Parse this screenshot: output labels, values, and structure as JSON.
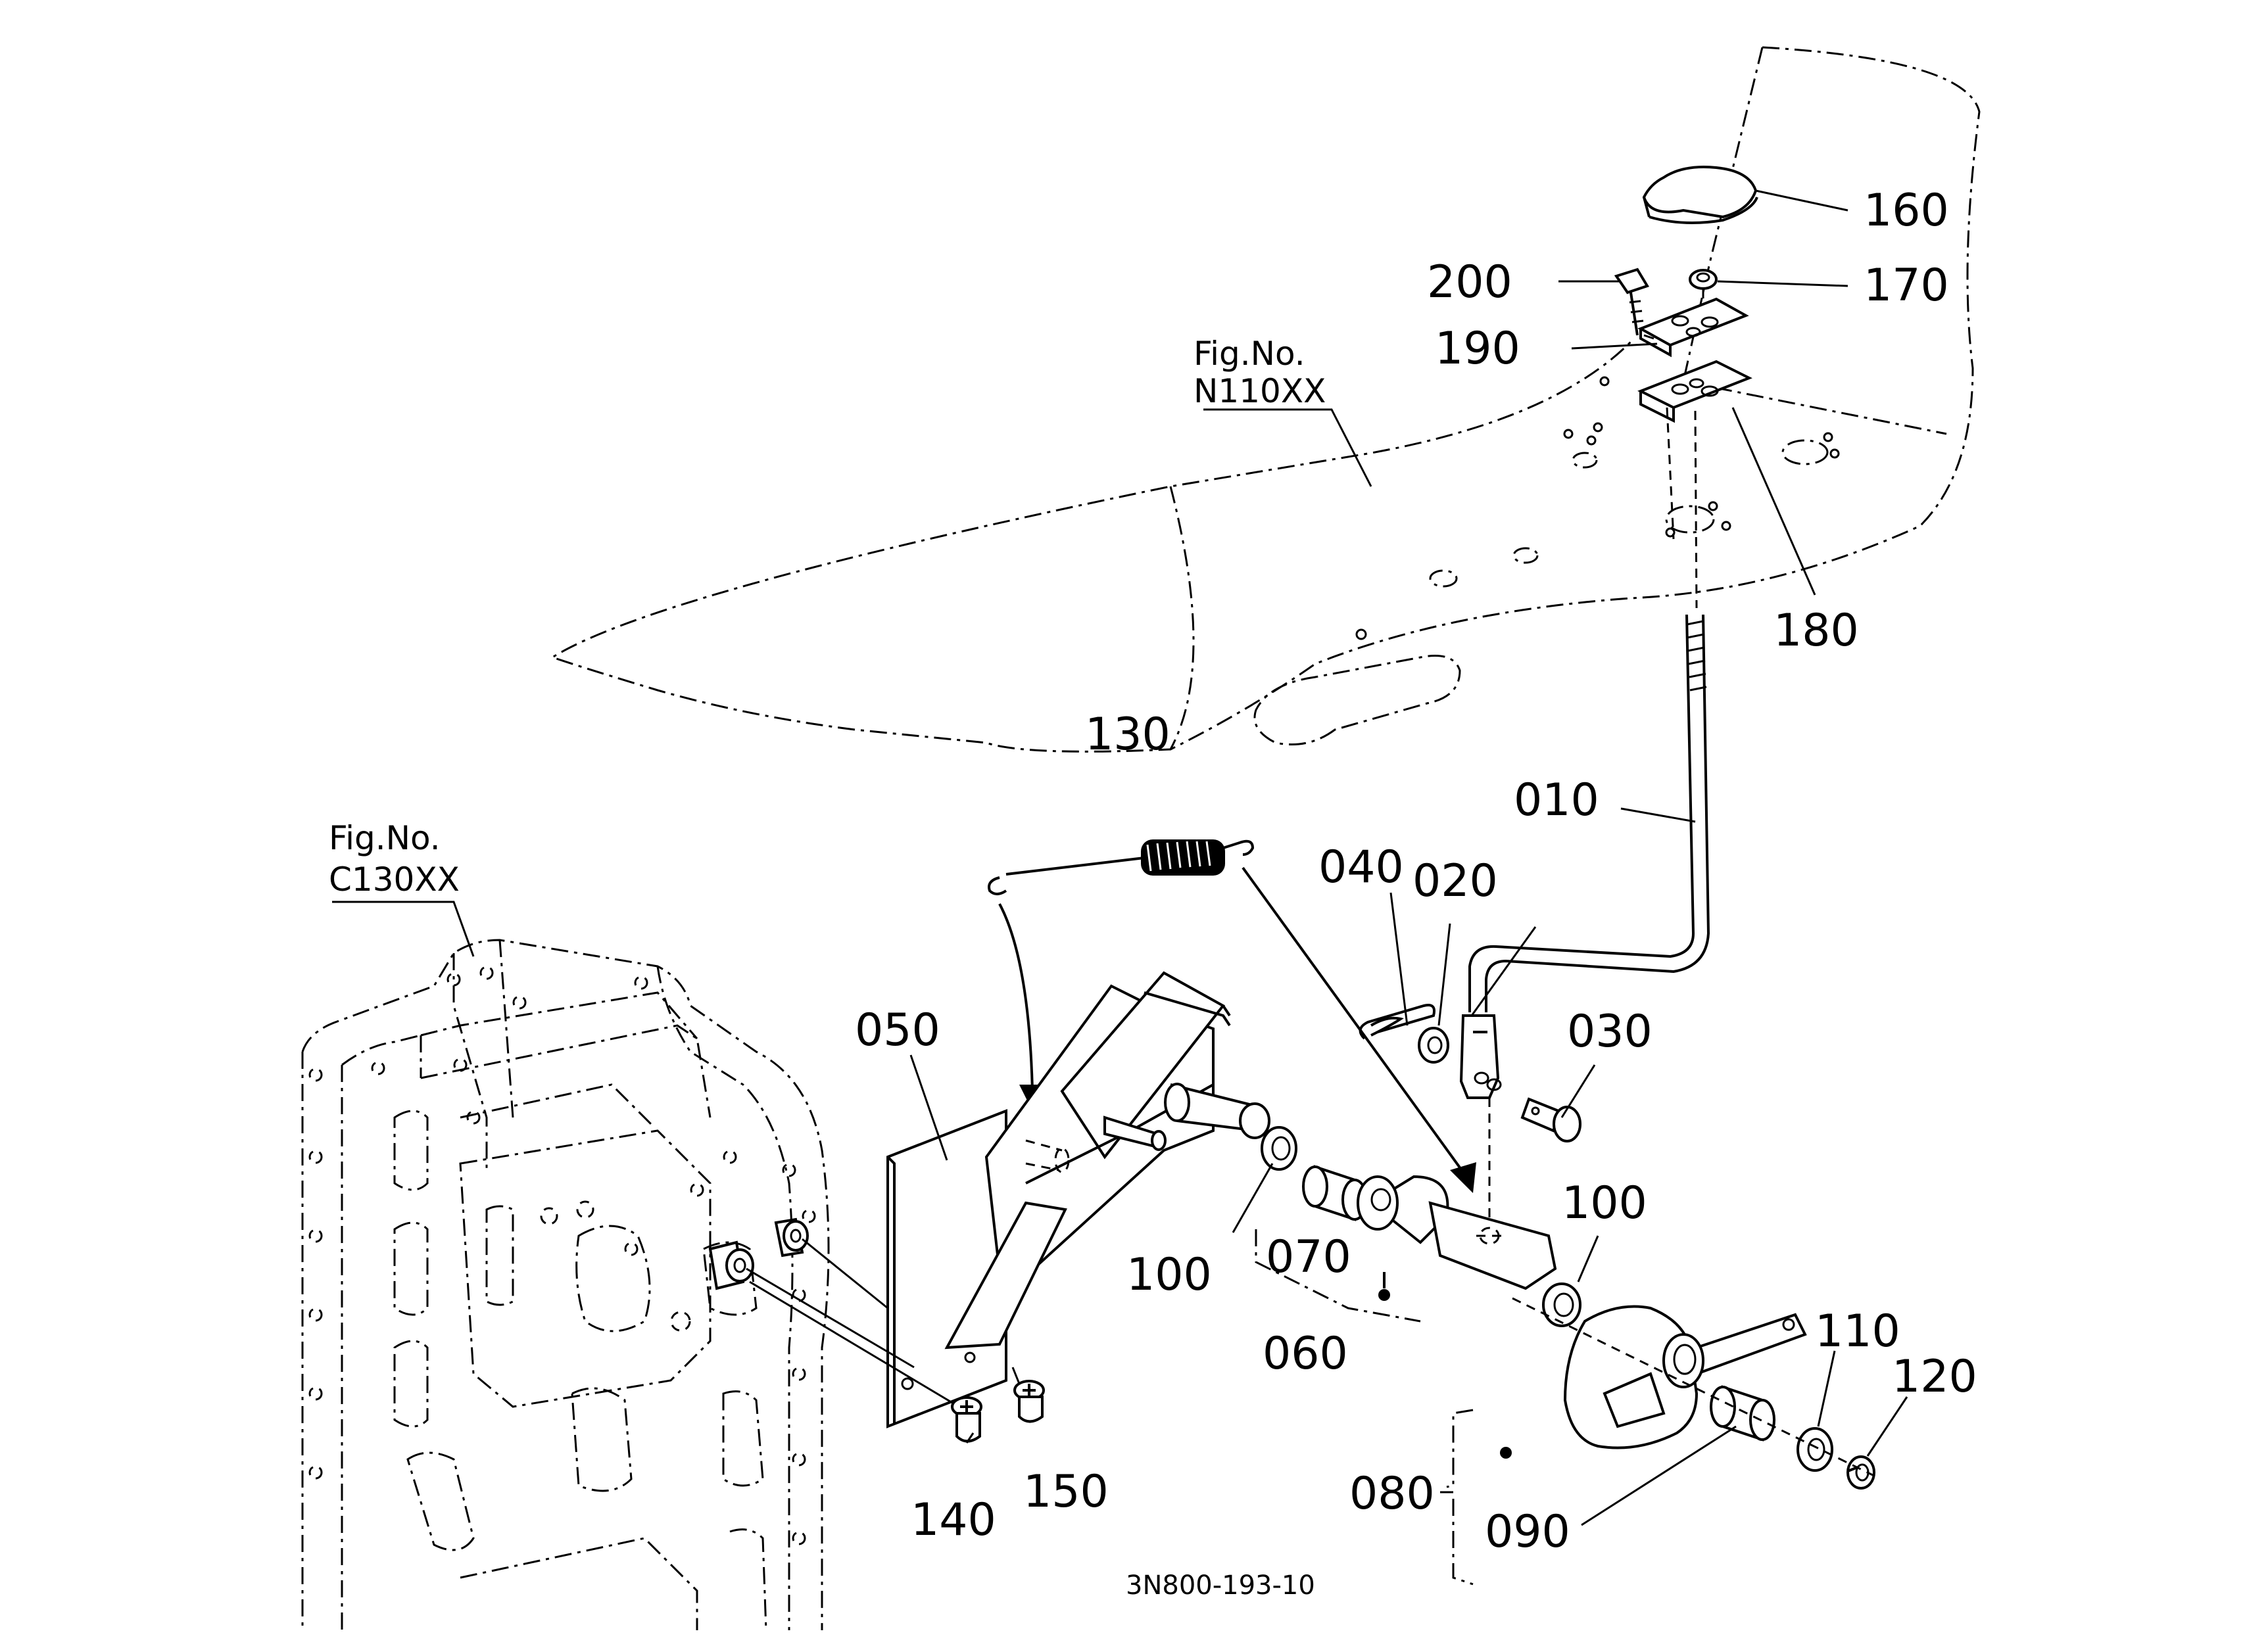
{
  "drawing_code": "3N800-193-10",
  "fig_refs": [
    {
      "line1": "Fig.No.",
      "line2": "N110XX"
    },
    {
      "line1": "Fig.No.",
      "line2": "C130XX"
    }
  ],
  "parts": [
    "010",
    "020",
    "030",
    "040",
    "050",
    "060",
    "070",
    "080",
    "090",
    "100",
    "100",
    "110",
    "120",
    "130",
    "140",
    "150",
    "160",
    "170",
    "180",
    "190",
    "200"
  ]
}
